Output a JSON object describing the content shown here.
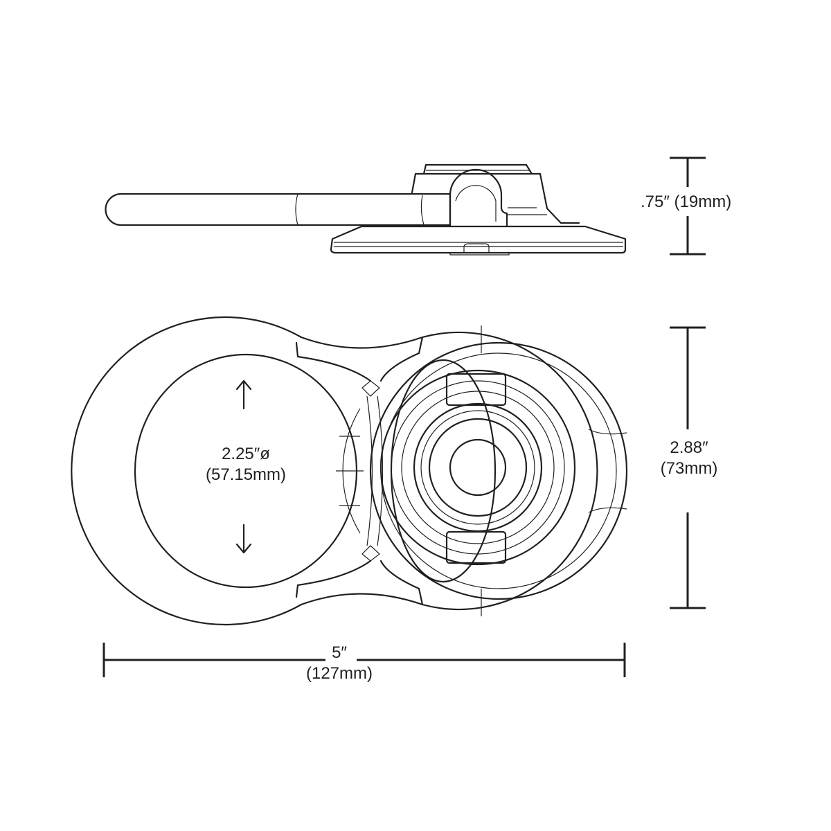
{
  "colors": {
    "line": "#231f20",
    "background": "#ffffff"
  },
  "dimensions": {
    "height": {
      "imperial": ".75″",
      "metric": "(19mm)"
    },
    "width_side": {
      "imperial": "2.88″",
      "metric": "(73mm)"
    },
    "ring_diameter": {
      "imperial": "2.25″ø",
      "metric": "(57.15mm)"
    },
    "length": {
      "imperial": "5″",
      "metric": "(127mm)"
    }
  }
}
